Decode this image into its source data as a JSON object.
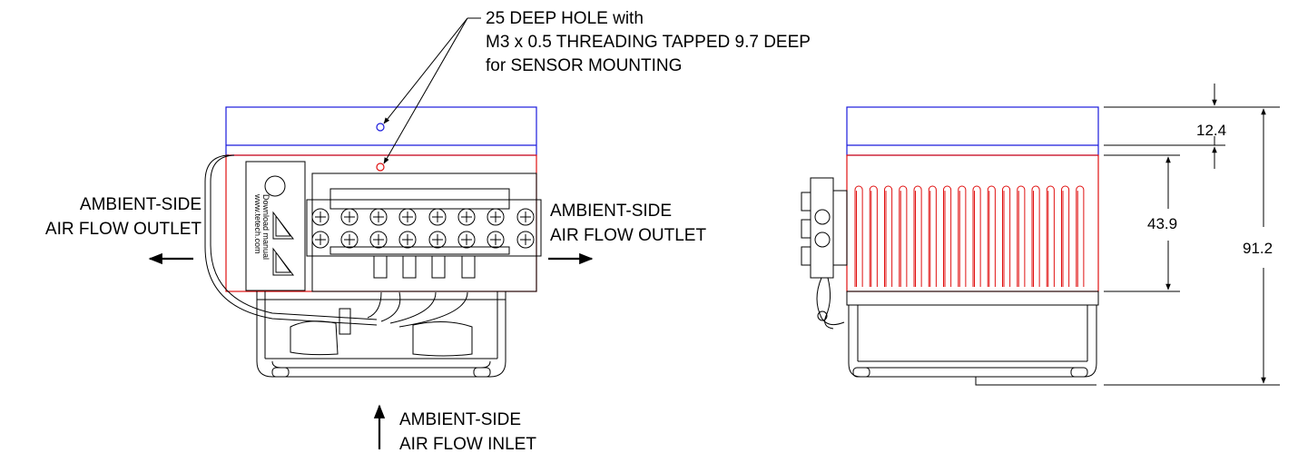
{
  "callout": {
    "line1": "25 DEEP HOLE with",
    "line2": "M3 x 0.5 THREADING TAPPED 9.7 DEEP",
    "line3": "for SENSOR MOUNTING"
  },
  "left_outlet": {
    "line1": "AMBIENT-SIDE",
    "line2": "AIR FLOW OUTLET"
  },
  "right_outlet": {
    "line1": "AMBIENT-SIDE",
    "line2": "AIR FLOW OUTLET"
  },
  "inlet": {
    "line1": "AMBIENT-SIDE",
    "line2": "AIR FLOW INLET"
  },
  "label_plate": {
    "line1": "Download manual",
    "line2": "www.tetech.com"
  },
  "dimensions": {
    "top_plate": "12.4",
    "fins": "43.9",
    "overall": "91.2"
  },
  "colors": {
    "cold_plate": "#1a1adc",
    "heat_sink": "#e01010",
    "outline": "#000000"
  }
}
